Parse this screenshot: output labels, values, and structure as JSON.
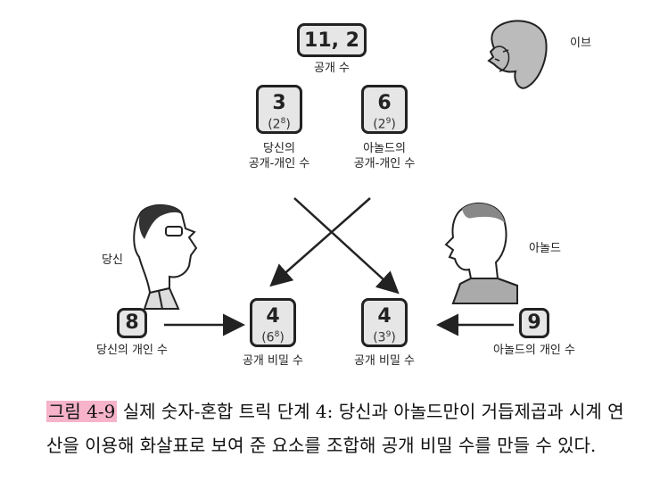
{
  "public_numbers": {
    "value": "11, 2",
    "label": "공개 수"
  },
  "dangsin_public_private": {
    "value": "3",
    "sub_base": "(2",
    "sub_exp": "8",
    "sub_close": ")",
    "label_line1": "당신의",
    "label_line2": "공개-개인 수"
  },
  "arnold_public_private": {
    "value": "6",
    "sub_base": "(2",
    "sub_exp": "9",
    "sub_close": ")",
    "label_line1": "아놀드의",
    "label_line2": "공개-개인 수"
  },
  "dangsin_secret": {
    "value": "4",
    "sub_base": "(6",
    "sub_exp": "8",
    "sub_close": ")",
    "label": "공개 비밀 수"
  },
  "arnold_secret": {
    "value": "4",
    "sub_base": "(3",
    "sub_exp": "9",
    "sub_close": ")",
    "label": "공개 비밀 수"
  },
  "dangsin_private": {
    "value": "8",
    "label": "당신의 개인 수"
  },
  "arnold_private": {
    "value": "9",
    "label": "아놀드의 개인 수"
  },
  "people": {
    "eve": "이브",
    "dangsin": "당신",
    "arnold": "아놀드"
  },
  "caption": {
    "figure_number": "그림 4-9",
    "text": "실제 숫자-혼합 트릭 단계 4: 당신과 아놀드만이 거듭제곱과 시계 연산을 이용해 화살표로 보여 준 요소를 조합해 공개 비밀 수를 만들 수 있다."
  },
  "colors": {
    "box_fill": "#e6e6e6",
    "highlight": "#f6b3c9"
  }
}
